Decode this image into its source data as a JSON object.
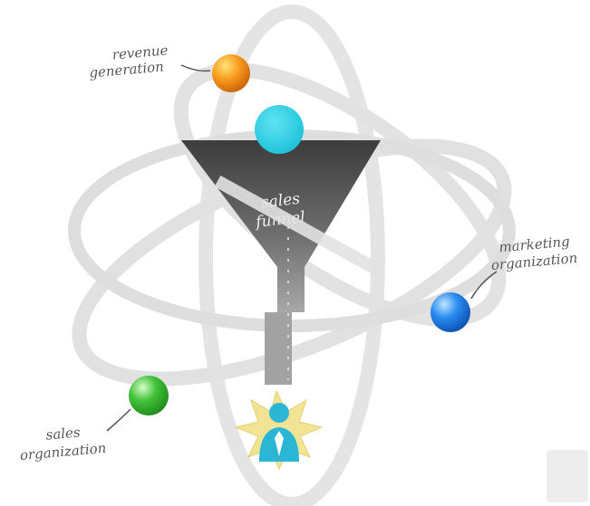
{
  "diagram": {
    "funnel_label": [
      "sales",
      "funnel"
    ],
    "labels": {
      "revenue": [
        "revenue",
        "generation"
      ],
      "marketing": [
        "marketing",
        "organization"
      ],
      "sales": [
        "sales",
        "organization"
      ]
    },
    "colors": {
      "orbit": "#e3e3e3",
      "funnel_dark": "#3e3e3e",
      "funnel_light": "#9a9a9a",
      "revenue_ball": "#f08a10",
      "marketing_ball": "#1a73d9",
      "sales_ball": "#35b52a",
      "top_ball": "#1fc7de",
      "person": "#2bb6d6",
      "starburst": "#f2e08a"
    }
  }
}
